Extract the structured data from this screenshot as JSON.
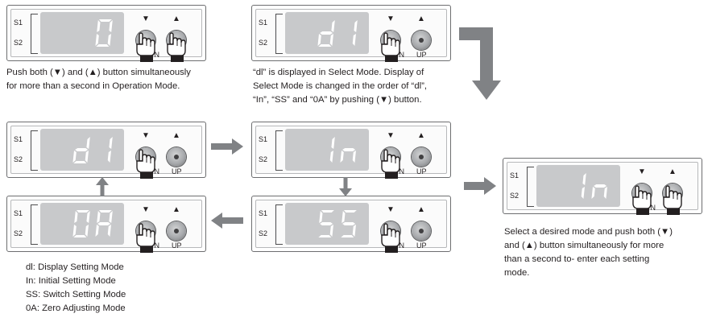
{
  "labels": {
    "s1": "S1",
    "s2": "S2",
    "down_symbol": "▼",
    "up_symbol": "▲",
    "down_button": "/N",
    "up_button": "UP"
  },
  "panels": [
    {
      "id": "p1",
      "display": "0",
      "pressed": [
        "down",
        "up"
      ]
    },
    {
      "id": "p2",
      "display": "dl",
      "pressed": [
        "down"
      ]
    },
    {
      "id": "p3",
      "display": "dl",
      "pressed": [
        "down"
      ]
    },
    {
      "id": "p4",
      "display": "In",
      "pressed": [
        "down"
      ]
    },
    {
      "id": "p5",
      "display": "0A",
      "pressed": [
        "down"
      ]
    },
    {
      "id": "p6",
      "display": "SS",
      "pressed": [
        "down"
      ]
    },
    {
      "id": "p7",
      "display": "In",
      "pressed": [
        "down",
        "up"
      ]
    }
  ],
  "captions": {
    "step1_line1": "Push both (▼) and (▲) button simultaneously",
    "step1_line2": "for more than a second in Operation Mode.",
    "step2_line1": "“dl” is displayed in Select Mode. Display of",
    "step2_line2": "Select Mode is changed in the order of “dl”,",
    "step2_line3": "“In”, “SS” and “0A” by pushing (▼) button.",
    "step3_line1": "Select a desired mode and push both (▼)",
    "step3_line2": "and (▲) button simultaneously for more",
    "step3_line3": "than a second to- enter each setting",
    "step3_line4": "mode."
  },
  "legend": [
    "dl: Display Setting Mode",
    "In: Initial Setting Mode",
    "SS: Switch Setting Mode",
    "0A: Zero Adjusting Mode"
  ],
  "colors": {
    "panel_border": "#6d6e70",
    "lcd_background": "#c8c9cb",
    "segment_on": "#ffffff",
    "arrow": "#808285",
    "text": "#231f20"
  }
}
